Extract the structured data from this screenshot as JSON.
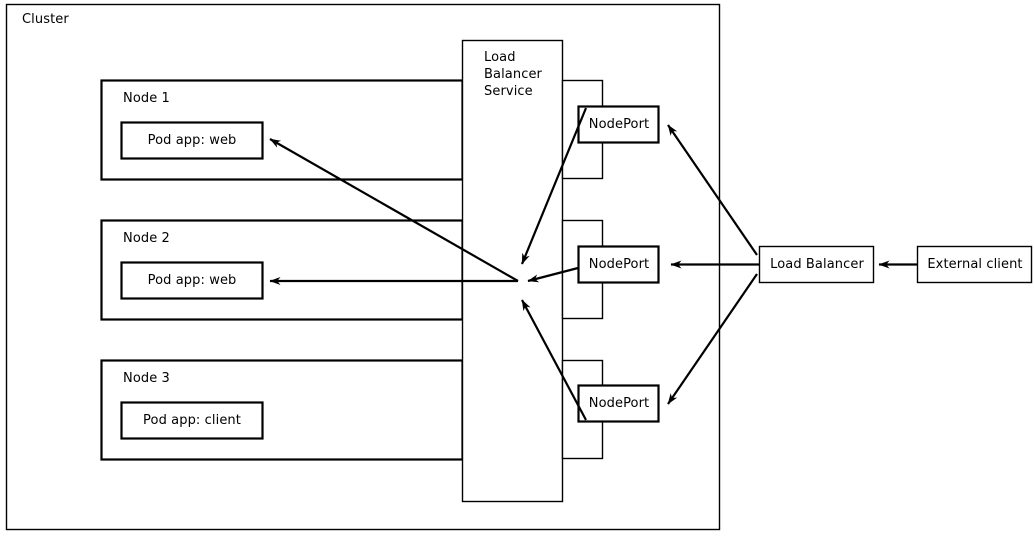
{
  "diagram": {
    "title_label": "Cluster",
    "cluster": {
      "label": "Cluster"
    },
    "nodes": [
      {
        "label": "Node 1",
        "pod_label": "Pod app: web"
      },
      {
        "label": "Node 2",
        "pod_label": "Pod app: web"
      },
      {
        "label": "Node 3",
        "pod_label": "Pod app: client"
      }
    ],
    "service": {
      "label": "Load\nBalancer\nService",
      "line1": "Load",
      "line2": "Balancer",
      "line3": "Service"
    },
    "nodeports": [
      {
        "label": "NodePort"
      },
      {
        "label": "NodePort"
      },
      {
        "label": "NodePort"
      }
    ],
    "external": {
      "load_balancer_label": "Load Balancer",
      "client_label": "External client"
    },
    "colors": {
      "stroke": "#000000",
      "fill": "#ffffff",
      "text": "#000000"
    }
  }
}
